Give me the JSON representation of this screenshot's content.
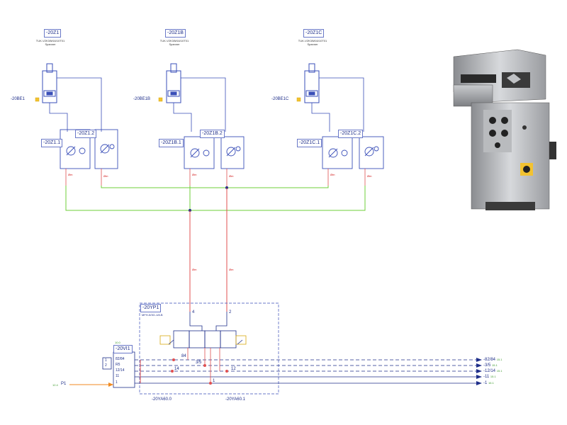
{
  "cylinders": [
    {
      "tag": "-20Z1",
      "type": "TUK-V2K3/M16/10T01",
      "desc": "Spanner",
      "sensor": "-20BE1"
    },
    {
      "tag": "-20Z1B",
      "type": "TUK-V2K3/M16/10T01",
      "desc": "Spanner",
      "sensor": "-20BE1B"
    },
    {
      "tag": "-20Z1C",
      "type": "TUK-V2K3/M16/10T01",
      "desc": "Spanner",
      "sensor": "-20BE1C"
    }
  ],
  "throttles": [
    "-20Z1.1",
    "-20Z1.2",
    "-20Z1B.1",
    "-20Z1B.2",
    "-20Z1C.1",
    "-20Z1C.2"
  ],
  "hose_label": "Øm",
  "valve": {
    "tag": "-20YP1",
    "type": "MFH-5/3G-1/8-B",
    "port_4": "4",
    "port_2": "2",
    "solenoid_left": "-20YA60.0",
    "solenoid_right": "-20YA60.1"
  },
  "manifold": {
    "tag": "-20VI1",
    "ref": "10.0",
    "rows": [
      "82/84",
      "R5",
      "12/14",
      "11",
      "1"
    ],
    "side_nums": [
      "1",
      "2"
    ]
  },
  "supply": {
    "ref": "12.4",
    "label": "P1"
  },
  "internal_ports": [
    "84",
    "3/5",
    "14",
    "12",
    "1"
  ],
  "outputs": [
    {
      "label": "-82/84",
      "ref": "15.1"
    },
    {
      "label": "-3/5",
      "ref": "15.1"
    },
    {
      "label": "-12/14",
      "ref": "15.1"
    },
    {
      "label": "-11",
      "ref": "15.1"
    },
    {
      "label": "-1",
      "ref": "16.1"
    }
  ],
  "colors": {
    "blue": "#3a4fb8",
    "green": "#6fcf3a",
    "red": "#e05050",
    "yellow": "#f2c230"
  }
}
